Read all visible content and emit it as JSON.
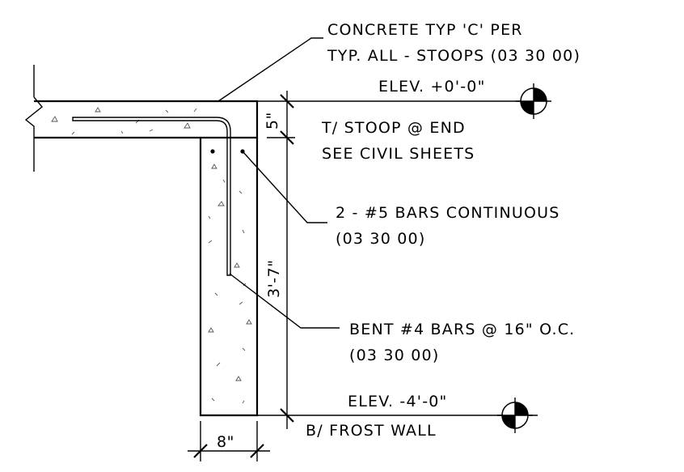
{
  "notes": {
    "concrete_line1": "CONCRETE TYP 'C' PER",
    "concrete_line2": "TYP. ALL - STOOPS (03 30 00)",
    "bars_line1": "2 - #5 BARS CONTINUOUS",
    "bars_line2": "(03 30 00)",
    "bent_line1": "BENT #4 BARS @ 16\" O.C.",
    "bent_line2": "(03 30 00)"
  },
  "elevations": {
    "top_label": "ELEV. +0'-0\"",
    "top_desc1": "T/ STOOP @ END",
    "top_desc2": "SEE CIVIL SHEETS",
    "bottom_label": "ELEV. -4'-0\"",
    "bottom_desc": "B/ FROST WALL"
  },
  "dimensions": {
    "slab_thickness": "5\"",
    "wall_height": "3'-7\"",
    "wall_width": "8\""
  },
  "icons": {
    "elevation_marker": "elevation-target-icon"
  }
}
